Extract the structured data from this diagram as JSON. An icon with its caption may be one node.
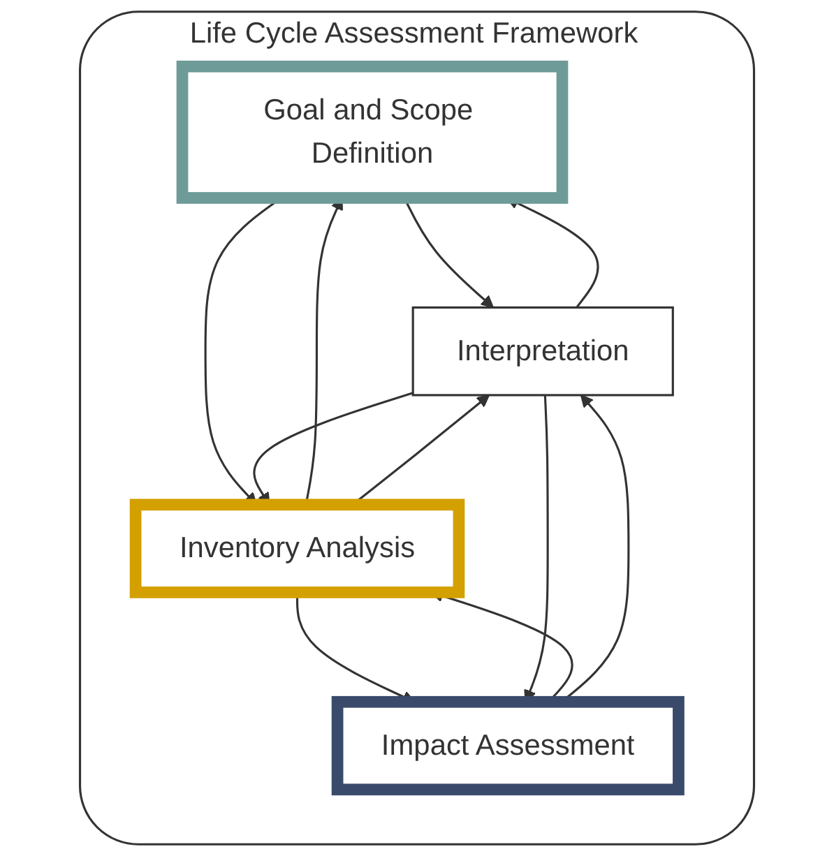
{
  "diagram": {
    "nodes": [
      {
        "text": [
          "Life Cycle Assessment Framework"
        ]
      },
      {
        "text": [
          "Goal and Scope Definition"
        ],
        "in": 0
      },
      {
        "text": [
          "Inventory Analysis"
        ],
        "in": 0
      },
      {
        "text": [
          "Impact Assessment"
        ],
        "in": 0
      },
      {
        "text": [
          "Interpretation"
        ],
        "in": 0
      }
    ],
    "edges": [
      {
        "from": 1,
        "to": 4,
        "arrow": "to"
      },
      {
        "from": 4,
        "to": 1,
        "arrow": "to"
      },
      {
        "from": 1,
        "to": 2,
        "arrow": "to"
      },
      {
        "from": 2,
        "to": 1,
        "arrow": "to"
      },
      {
        "from": 2,
        "to": 4,
        "arrow": "to"
      },
      {
        "from": 4,
        "to": 2,
        "arrow": "to"
      },
      {
        "from": 2,
        "to": 3,
        "arrow": "to"
      },
      {
        "from": 3,
        "to": 2,
        "arrow": "to"
      },
      {
        "from": 3,
        "to": 4,
        "arrow": "to"
      },
      {
        "from": 4,
        "to": 3,
        "arrow": "to"
      }
    ]
  }
}
